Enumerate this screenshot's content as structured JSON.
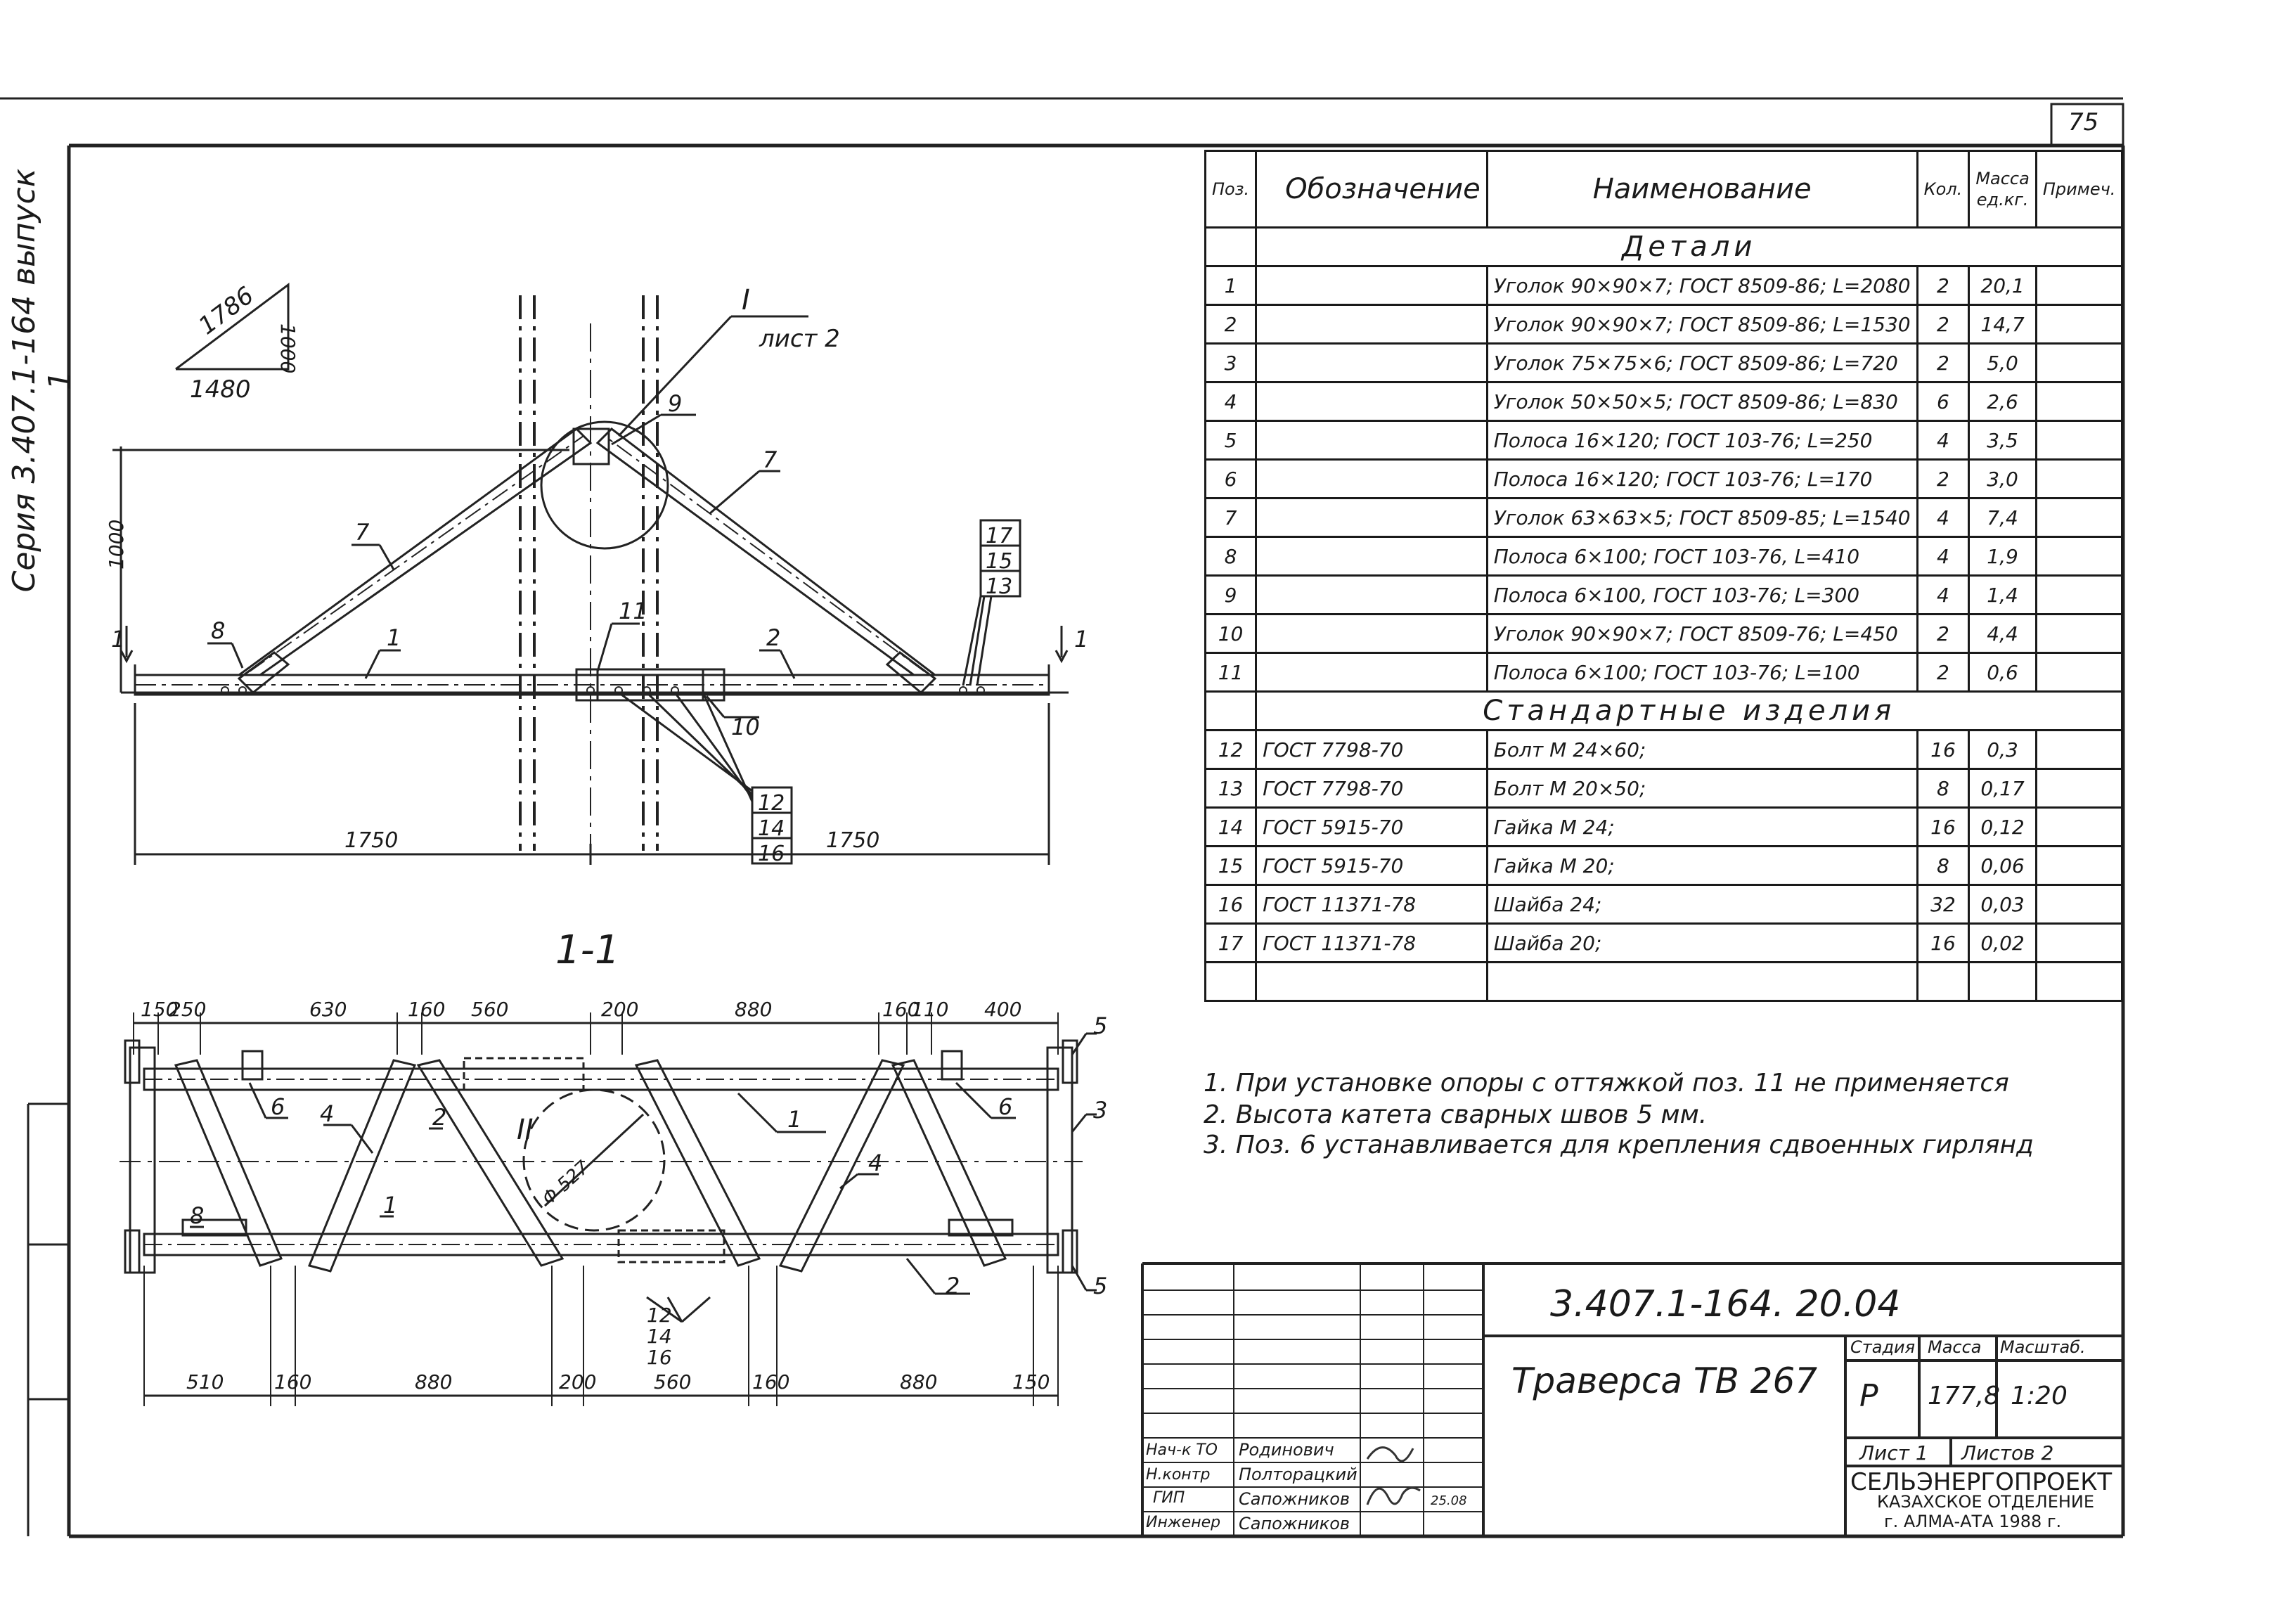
{
  "page_number": "75",
  "series": "Серия 3.407.1-164 выпуск 1",
  "spec": {
    "headers": {
      "pos": "Поз.",
      "designation": "Обозначение",
      "name": "Наименование",
      "qty": "Кол.",
      "mass": "Масса ед.кг.",
      "note": "Примеч."
    },
    "section_details": "Детали",
    "section_standard": "Стандартные изделия",
    "details": [
      {
        "pos": "1",
        "name": "Уголок 90×90×7; ГОСТ 8509-86; L=2080",
        "qty": "2",
        "mass": "20,1"
      },
      {
        "pos": "2",
        "name": "Уголок 90×90×7; ГОСТ 8509-86; L=1530",
        "qty": "2",
        "mass": "14,7"
      },
      {
        "pos": "3",
        "name": "Уголок 75×75×6; ГОСТ 8509-86; L=720",
        "qty": "2",
        "mass": "5,0"
      },
      {
        "pos": "4",
        "name": "Уголок 50×50×5; ГОСТ 8509-86; L=830",
        "qty": "6",
        "mass": "2,6"
      },
      {
        "pos": "5",
        "name": "Полоса 16×120; ГОСТ 103-76; L=250",
        "qty": "4",
        "mass": "3,5"
      },
      {
        "pos": "6",
        "name": "Полоса 16×120; ГОСТ 103-76; L=170",
        "qty": "2",
        "mass": "3,0"
      },
      {
        "pos": "7",
        "name": "Уголок 63×63×5; ГОСТ 8509-85; L=1540",
        "qty": "4",
        "mass": "7,4"
      },
      {
        "pos": "8",
        "name": "Полоса 6×100; ГОСТ 103-76, L=410",
        "qty": "4",
        "mass": "1,9"
      },
      {
        "pos": "9",
        "name": "Полоса 6×100, ГОСТ 103-76; L=300",
        "qty": "4",
        "mass": "1,4"
      },
      {
        "pos": "10",
        "name": "Уголок 90×90×7; ГОСТ 8509-76; L=450",
        "qty": "2",
        "mass": "4,4"
      },
      {
        "pos": "11",
        "name": "Полоса 6×100; ГОСТ 103-76; L=100",
        "qty": "2",
        "mass": "0,6"
      }
    ],
    "standard": [
      {
        "pos": "12",
        "designation": "ГОСТ 7798-70",
        "name": "Болт М 24×60;",
        "qty": "16",
        "mass": "0,3"
      },
      {
        "pos": "13",
        "designation": "ГОСТ 7798-70",
        "name": "Болт М 20×50;",
        "qty": "8",
        "mass": "0,17"
      },
      {
        "pos": "14",
        "designation": "ГОСТ 5915-70",
        "name": "Гайка М 24;",
        "qty": "16",
        "mass": "0,12"
      },
      {
        "pos": "15",
        "designation": "ГОСТ 5915-70",
        "name": "Гайка М 20;",
        "qty": "8",
        "mass": "0,06"
      },
      {
        "pos": "16",
        "designation": "ГОСТ 11371-78",
        "name": "Шайба 24;",
        "qty": "32",
        "mass": "0,03"
      },
      {
        "pos": "17",
        "designation": "ГОСТ 11371-78",
        "name": "Шайба 20;",
        "qty": "16",
        "mass": "0,02"
      }
    ]
  },
  "notes": [
    "1. При установке опоры с оттяжкой поз. 11 не применяется",
    "2. Высота катета сварных швов 5 мм.",
    "3. Поз. 6 устанавливается для крепления сдвоенных гирлянд"
  ],
  "title_block": {
    "doc_code": "3.407.1-164. 20.04",
    "title": "Траверса ТВ 267",
    "stage_label": "Стадия",
    "stage": "Р",
    "mass_label": "Масса",
    "mass": "177,8",
    "scale_label": "Масштаб.",
    "scale": "1:20",
    "sheet": "Лист 1",
    "sheets": "Листов 2",
    "org1": "СЕЛЬЭНЕРГОПРОЕКТ",
    "org2": "КАЗАХСКОЕ ОТДЕЛЕНИЕ",
    "org3": "г. АЛМА-АТА 1988 г.",
    "date": "25.08",
    "roles": [
      {
        "role": "Нач-к ТО",
        "name": "Родинович"
      },
      {
        "role": "Н.контр",
        "name": "Полторацкий"
      },
      {
        "role": "ГИП",
        "name": "Сапожников"
      },
      {
        "role": "Инженер",
        "name": "Сапожников"
      }
    ]
  },
  "drawing": {
    "triangle": {
      "hyp": "1786",
      "base": "1480",
      "height": "1000"
    },
    "callout": {
      "node": "I",
      "sheet": "лист 2"
    },
    "labels": {
      "p1": "1",
      "p2": "2",
      "p7": "7",
      "p8": "8",
      "p9": "9",
      "p10": "10",
      "p11": "11",
      "p12": "12",
      "p13": "13",
      "p14": "14",
      "p15": "15",
      "p16": "16",
      "p17": "17",
      "p3": "3",
      "p4": "4",
      "p5": "5",
      "p6": "6"
    },
    "dims_top": {
      "height": "1000",
      "left": "1750",
      "right": "1750"
    },
    "section_label": "1-1",
    "cut_mark": "1",
    "diameter": "Φ 527",
    "plan_dims_top": [
      "150",
      "250",
      "630",
      "160",
      "560",
      "200",
      "880",
      "160",
      "110",
      "400"
    ],
    "plan_dims_bottom": [
      "510",
      "160",
      "880",
      "200",
      "560",
      "160",
      "880",
      "150"
    ]
  }
}
